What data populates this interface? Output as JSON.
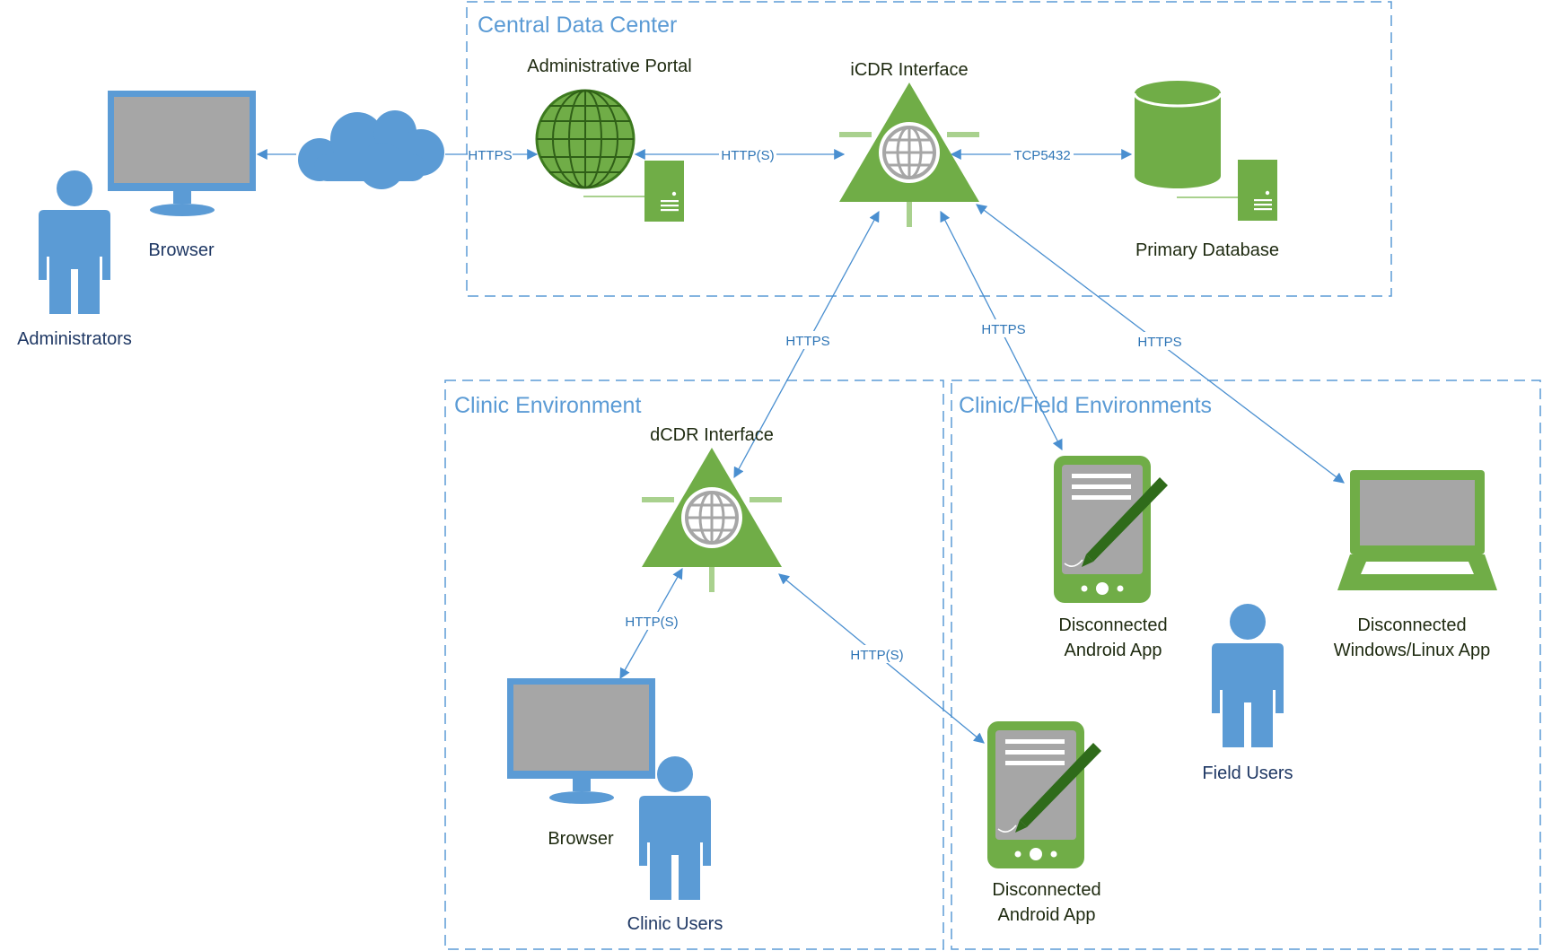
{
  "zones": {
    "central": "Central Data Center",
    "clinic": "Clinic Environment",
    "field": "Clinic/Field Environments"
  },
  "nodes": {
    "administrators": "Administrators",
    "admin_browser": "Browser",
    "admin_portal": "Administrative Portal",
    "icdr": "iCDR Interface",
    "primary_db": "Primary Database",
    "dcdr": "dCDR Interface",
    "clinic_browser": "Browser",
    "clinic_users": "Clinic Users",
    "clinic_android_line1": "Disconnected",
    "clinic_android_line2": "Android App",
    "field_android_line1": "Disconnected",
    "field_android_line2": "Android App",
    "field_desktop_line1": "Disconnected",
    "field_desktop_line2": "Windows/Linux App",
    "field_users": "Field Users"
  },
  "edges": {
    "cloud_portal": "HTTPS",
    "portal_icdr": "HTTP(S)",
    "icdr_db": "TCP5432",
    "icdr_dcdr": "HTTPS",
    "icdr_field_android": "HTTPS",
    "icdr_field_desktop": "HTTPS",
    "dcdr_browser": "HTTP(S)",
    "dcdr_clinic_android": "HTTP(S)"
  },
  "colors": {
    "person": "#5b9bd5",
    "green": "#70ad47",
    "dark_green": "#3d7a1f",
    "zone_border": "#5b9bd5",
    "screen_gray": "#a6a6a6"
  },
  "icons": [
    "person-icon",
    "monitor-icon",
    "cloud-icon",
    "globe-icon",
    "server-icon",
    "interface-triangle-icon",
    "database-icon",
    "tablet-pen-icon",
    "laptop-icon"
  ]
}
